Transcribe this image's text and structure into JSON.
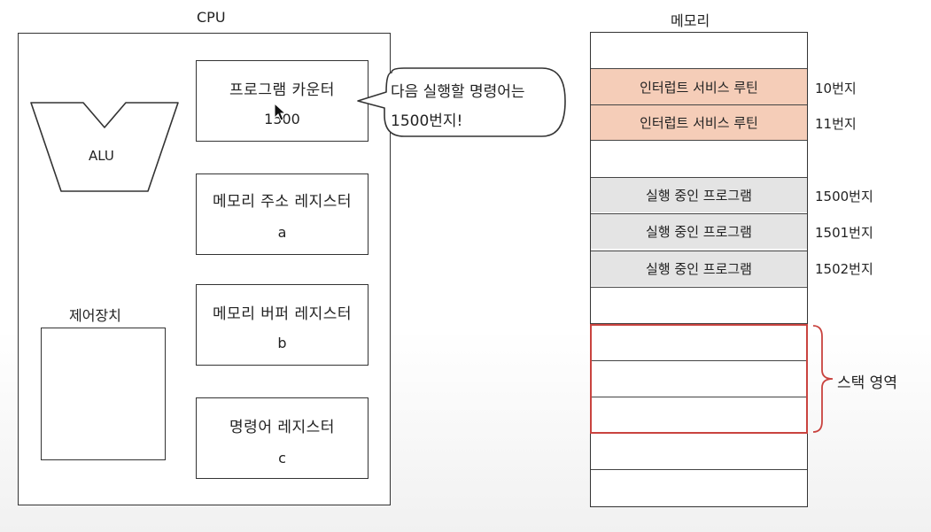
{
  "cpu": {
    "title": "CPU",
    "alu": {
      "label": "ALU"
    },
    "control_unit": {
      "label": "제어장치"
    },
    "registers": [
      {
        "name": "프로그램 카운터",
        "value": "1500"
      },
      {
        "name": "메모리 주소 레지스터",
        "value": "a"
      },
      {
        "name": "메모리 버퍼 레지스터",
        "value": "b"
      },
      {
        "name": "명령어 레지스터",
        "value": "c"
      }
    ],
    "speech_bubble": {
      "line1": "다음 실행할 명령어는",
      "line2": "1500번지!"
    }
  },
  "memory": {
    "title": "메모리",
    "rows": [
      {
        "text": "인터럽트 서비스 루틴",
        "address": "10번지"
      },
      {
        "text": "인터럽트 서비스 루틴",
        "address": "11번지"
      },
      {
        "text": "실행 중인 프로그램",
        "address": "1500번지"
      },
      {
        "text": "실행 중인 프로그램",
        "address": "1501번지"
      },
      {
        "text": "실행 중인 프로그램",
        "address": "1502번지"
      }
    ],
    "stack_label": "스택 영역"
  },
  "colors": {
    "isr_fill": "#f5cdb8",
    "program_fill": "#e4e4e4",
    "stack_border": "#c9433f",
    "line": "#333333"
  }
}
